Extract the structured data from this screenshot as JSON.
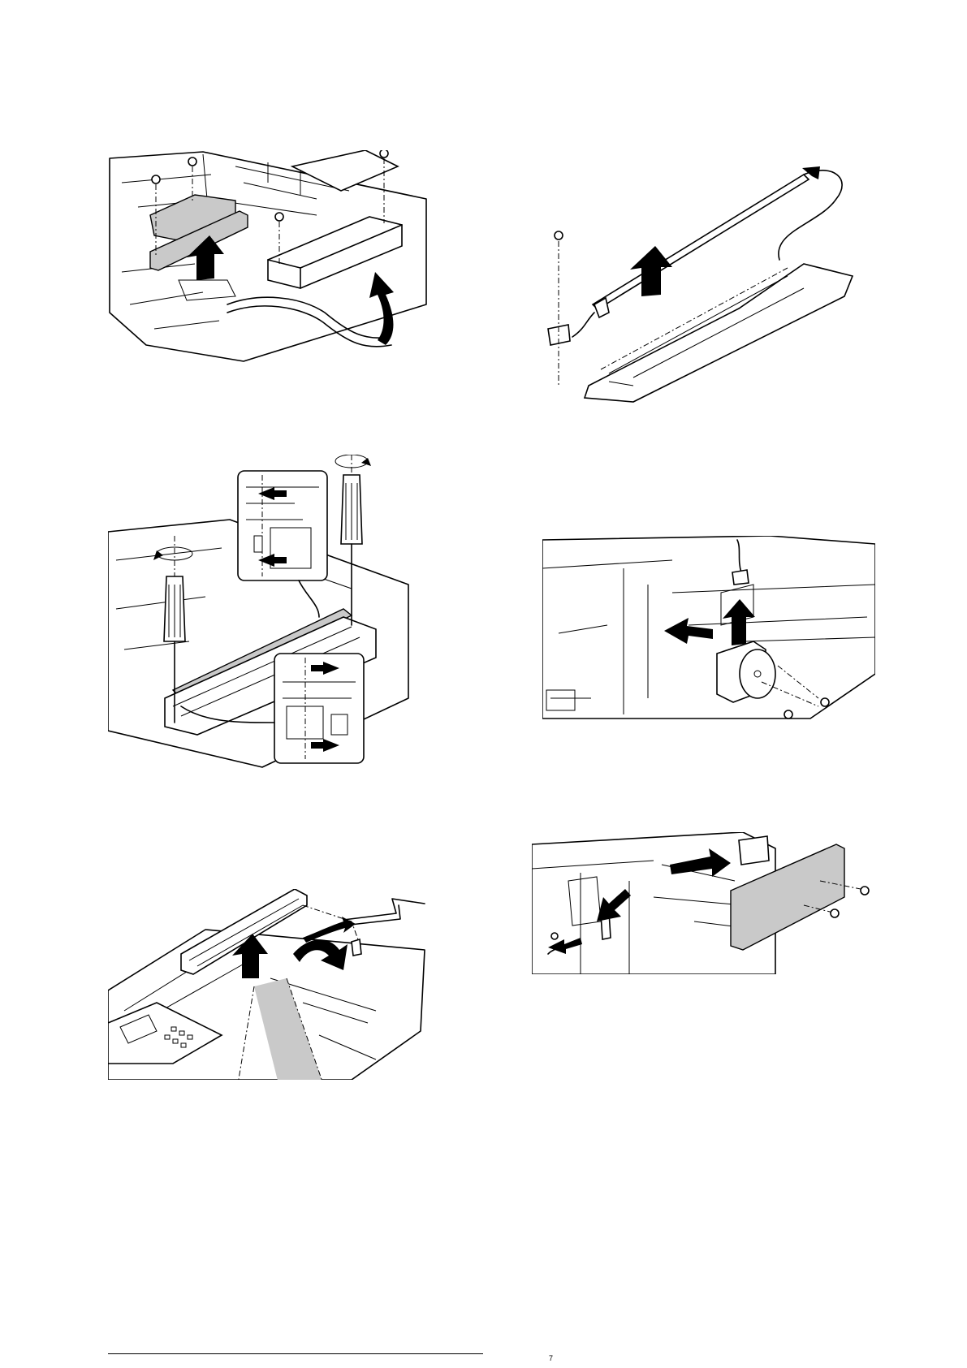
{
  "page": {
    "footer_fragment": "7"
  },
  "figures": [
    {
      "id": "fig-1",
      "icon": "remove-cover-and-plate-illustration"
    },
    {
      "id": "fig-2",
      "icon": "remove-rail-assembly-illustration"
    },
    {
      "id": "fig-3",
      "icon": "screwdriver-adjustment-illustration"
    },
    {
      "id": "fig-4",
      "icon": "motor-removal-illustration"
    },
    {
      "id": "fig-5",
      "icon": "scanner-unit-lift-illustration"
    },
    {
      "id": "fig-6",
      "icon": "side-cover-removal-illustration"
    }
  ]
}
